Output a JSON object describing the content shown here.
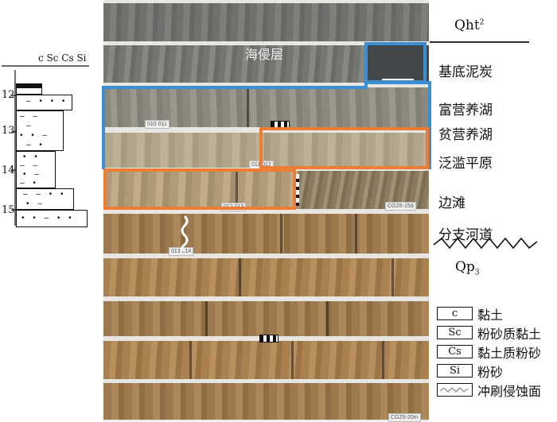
{
  "column": {
    "header": "c Sc Cs Si",
    "depths": [
      "12",
      "13",
      "14",
      "15"
    ]
  },
  "core": {
    "marine_label": "海侵层",
    "tags": [
      "010 011",
      "011 012",
      "012 013",
      "013 014"
    ],
    "core_ids": [
      "CGZ6-15d",
      "CGZ6-20m"
    ]
  },
  "right_labels": {
    "qht": "Qht",
    "qht_sup": "2",
    "basal_peat": "基底泥炭",
    "eutrophic_lake": "富营养湖",
    "oligotrophic_lake": "贫营养湖",
    "floodplain": "泛滥平原",
    "point_bar": "边滩",
    "distributary_channel": "分支河道",
    "qp": "Qp",
    "qp_sub": "3"
  },
  "legend": [
    {
      "key": "c",
      "text": "黏土"
    },
    {
      "key": "Sc",
      "text": "粉砂质黏土"
    },
    {
      "key": "Cs",
      "text": "黏土质粉砂"
    },
    {
      "key": "Si",
      "text": "粉砂"
    },
    {
      "key": "",
      "text": "冲刷侵蚀面"
    }
  ],
  "colors": {
    "blue_box": "#3b8fd0",
    "orange_box": "#ee7d33"
  }
}
